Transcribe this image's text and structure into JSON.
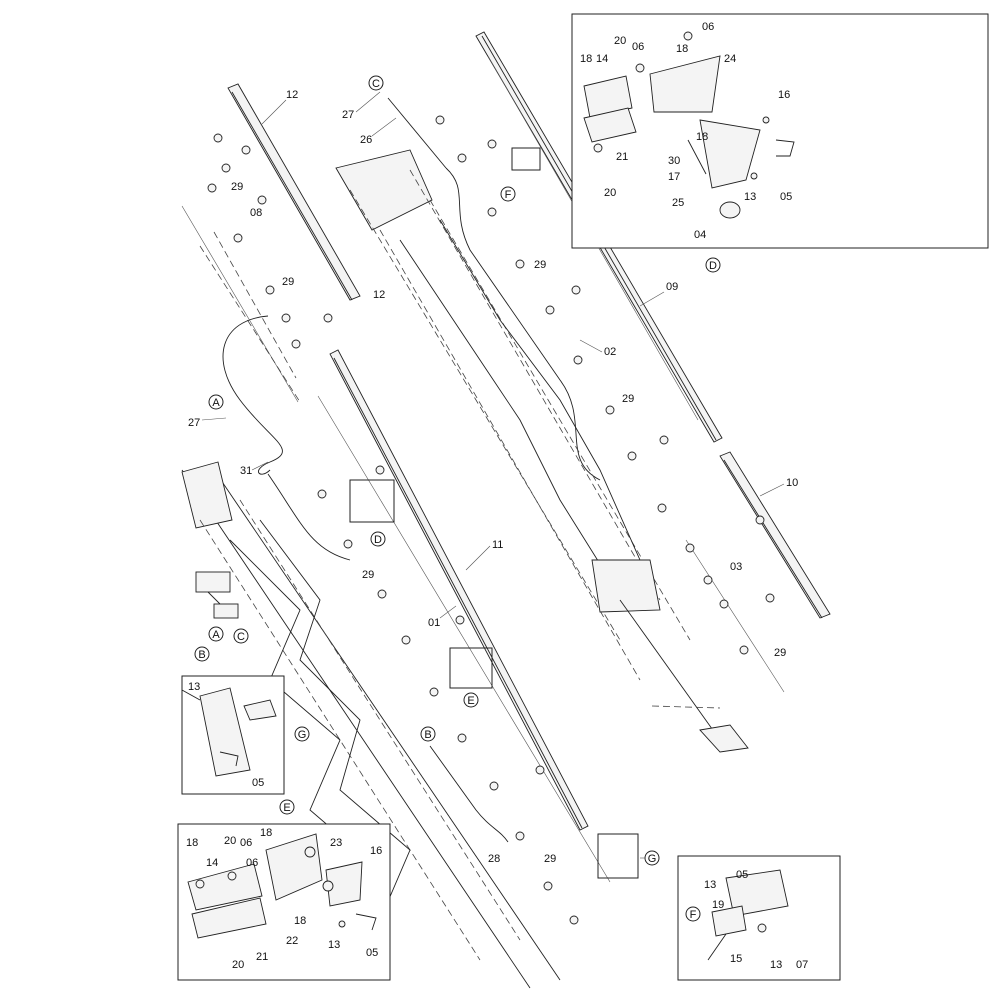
{
  "diagram": {
    "callouts": {
      "c_top": "C",
      "c_left": "C",
      "a_left": "A",
      "a_pump": "A",
      "b_pump": "B",
      "b_mid": "B",
      "d_mid": "D",
      "d_box": "D",
      "e_mid": "E",
      "e_box": "E",
      "f_top": "F",
      "f_box": "F",
      "g_right": "G",
      "g_box": "G"
    },
    "labels": {
      "p12a": "12",
      "p12b": "12",
      "p29a": "29",
      "p29b": "29",
      "p29c": "29",
      "p29d": "29",
      "p29e": "29",
      "p29f": "29",
      "p29g": "29",
      "p08": "08",
      "p27a": "27",
      "p27b": "27",
      "p26": "26",
      "p09": "09",
      "p02": "02",
      "p31": "31",
      "p11": "11",
      "p01": "01",
      "p10": "10",
      "p03": "03",
      "p28": "28",
      "d18a": "18",
      "d20a": "20",
      "d06a": "06",
      "d18b": "18",
      "d06b": "06",
      "d14": "14",
      "d24": "24",
      "d16": "16",
      "d18c": "18",
      "d21": "21",
      "d30": "30",
      "d17": "17",
      "d20b": "20",
      "d25": "25",
      "d13": "13",
      "d05": "05",
      "d04": "04",
      "g13": "13",
      "g05": "05",
      "e18a": "18",
      "e20a": "20",
      "e06a": "06",
      "e18b": "18",
      "e14": "14",
      "e06b": "06",
      "e23": "23",
      "e16": "16",
      "e18c": "18",
      "e22": "22",
      "e21": "21",
      "e20b": "20",
      "e13": "13",
      "e05": "05",
      "f13": "13",
      "f05": "05",
      "f19": "19",
      "f15": "15",
      "f13b": "13",
      "f07": "07"
    }
  }
}
